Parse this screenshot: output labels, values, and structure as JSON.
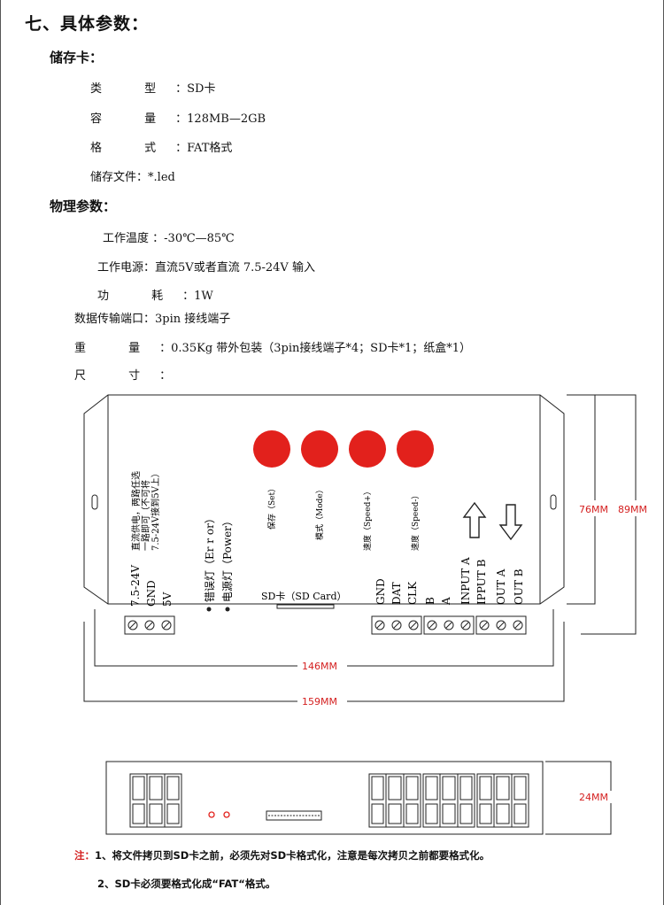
{
  "section_title": "七、具体参数：",
  "storage": {
    "heading": "储存卡：",
    "rows": [
      {
        "key": "类 型",
        "value": "SD卡"
      },
      {
        "key": "容 量",
        "value": "128MB—2GB"
      },
      {
        "key": "格 式",
        "value": "FAT格式"
      },
      {
        "key": "储存文件",
        "value": "*.led"
      }
    ]
  },
  "physical": {
    "heading": "物理参数：",
    "rows": [
      {
        "key": "工作温度",
        "sep": " ：",
        "value": "-30℃—85℃"
      },
      {
        "key": "工作电源",
        "sep": "：",
        "value": "直流5V或者直流 7.5-24V 输入"
      },
      {
        "key": "功 耗",
        "sep": "：",
        "value": "1W"
      },
      {
        "key": "数据传输端口",
        "sep": "：",
        "value": "3pin 接线端子"
      },
      {
        "key": "重 量",
        "sep": "：",
        "value": "0.35Kg 带外包装（3pin接线端子*4；SD卡*1；纸盒*1）"
      },
      {
        "key": "尺 寸",
        "sep": "：",
        "value": ""
      }
    ]
  },
  "diagram": {
    "buttons": [
      "保存（Set）",
      "模式（Mode）",
      "速度（Speed+）",
      "速度（Speed-）"
    ],
    "power_note": [
      "直流供电，两路任选",
      "一路即可（不可将",
      "7.5-24V接到5V上）"
    ],
    "power_pins": [
      "7.5-24V",
      "GND",
      "5V"
    ],
    "leds": [
      "错误灯（Er r or）",
      "电源灯（Power）"
    ],
    "sd_label": "SD卡（SD Card）",
    "data_pins": [
      "GND",
      "DAT",
      "CLK"
    ],
    "ab_pins": [
      "B",
      "A"
    ],
    "input_pins": [
      "INPUT A",
      "IPPUT B"
    ],
    "output_pins": [
      "OUT A",
      "OUT B"
    ],
    "dim_height_inner": "76MM",
    "dim_height_outer": "89MM",
    "dim_width_inner": "146MM",
    "dim_width_outer": "159MM",
    "dim_depth": "24MM",
    "accent_color": "#e2211c",
    "dim_color": "#d42020"
  },
  "notes": {
    "prefix": "注：",
    "line1": "1、将文件拷贝到SD卡之前，必须先对SD卡格式化，注意是每次拷贝之前都要格式化。",
    "line2": "2、SD卡必须要格式化成“FAT“格式。"
  }
}
